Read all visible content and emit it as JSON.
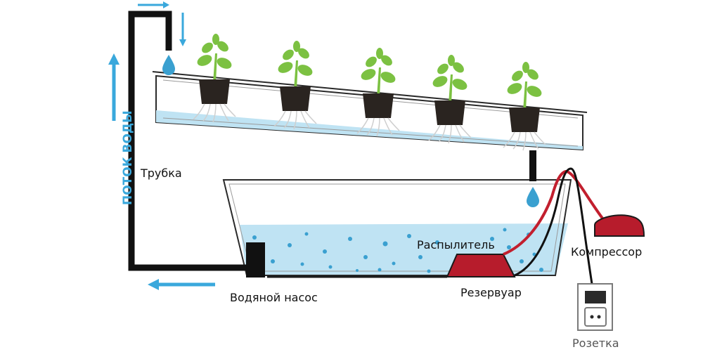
{
  "labels": {
    "tube": "Трубка",
    "pump": "Водяной насос",
    "sprayer": "Распылитель",
    "compressor": "Компрессор",
    "reservoir": "Резервуар",
    "socket": "Розетка",
    "water_flow": "ПОТОК ВОДЫ"
  },
  "colors": {
    "water": "#bfe3f3",
    "arrow": "#3aa8dc",
    "pipe": "#111111",
    "air_line": "#c21f2e",
    "leaf": "#7cc142",
    "soil": "#2a2420"
  },
  "plants_count": 5
}
